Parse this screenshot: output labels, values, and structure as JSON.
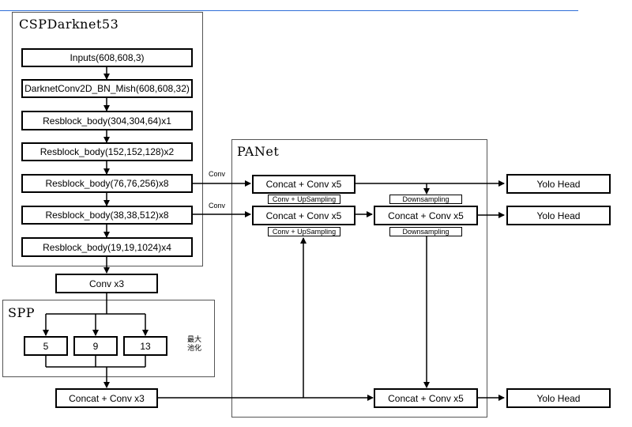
{
  "sections": {
    "backbone_title": "CSPDarknet53",
    "neck_title": "PANet",
    "spp_title": "SPP"
  },
  "backbone": {
    "layers": [
      "Inputs(608,608,3)",
      "DarknetConv2D_BN_Mish(608,608,32)",
      "Resblock_body(304,304,64)x1",
      "Resblock_body(152,152,128)x2",
      "Resblock_body(76,76,256)x8",
      "Resblock_body(38,38,512)x8",
      "Resblock_body(19,19,1024)x4"
    ]
  },
  "spp": {
    "conv_in": "Conv x3",
    "pools": [
      "5",
      "9",
      "13"
    ],
    "pool_note": "最大池化",
    "concat_out": "Concat + Conv x3"
  },
  "panet": {
    "conv_label_1": "Conv",
    "conv_label_2": "Conv",
    "concat_top": "Concat + Conv x5",
    "concat_mid_left": "Concat + Conv x5",
    "concat_mid_right": "Concat + Conv x5",
    "concat_bottom": "Concat + Conv x5",
    "upsampling_1": "Conv + UpSampling",
    "upsampling_2": "Conv + UpSampling",
    "downsampling_1": "Downsampling",
    "downsampling_2": "Downsampling"
  },
  "heads": [
    "Yolo Head",
    "Yolo Head",
    "Yolo Head"
  ]
}
